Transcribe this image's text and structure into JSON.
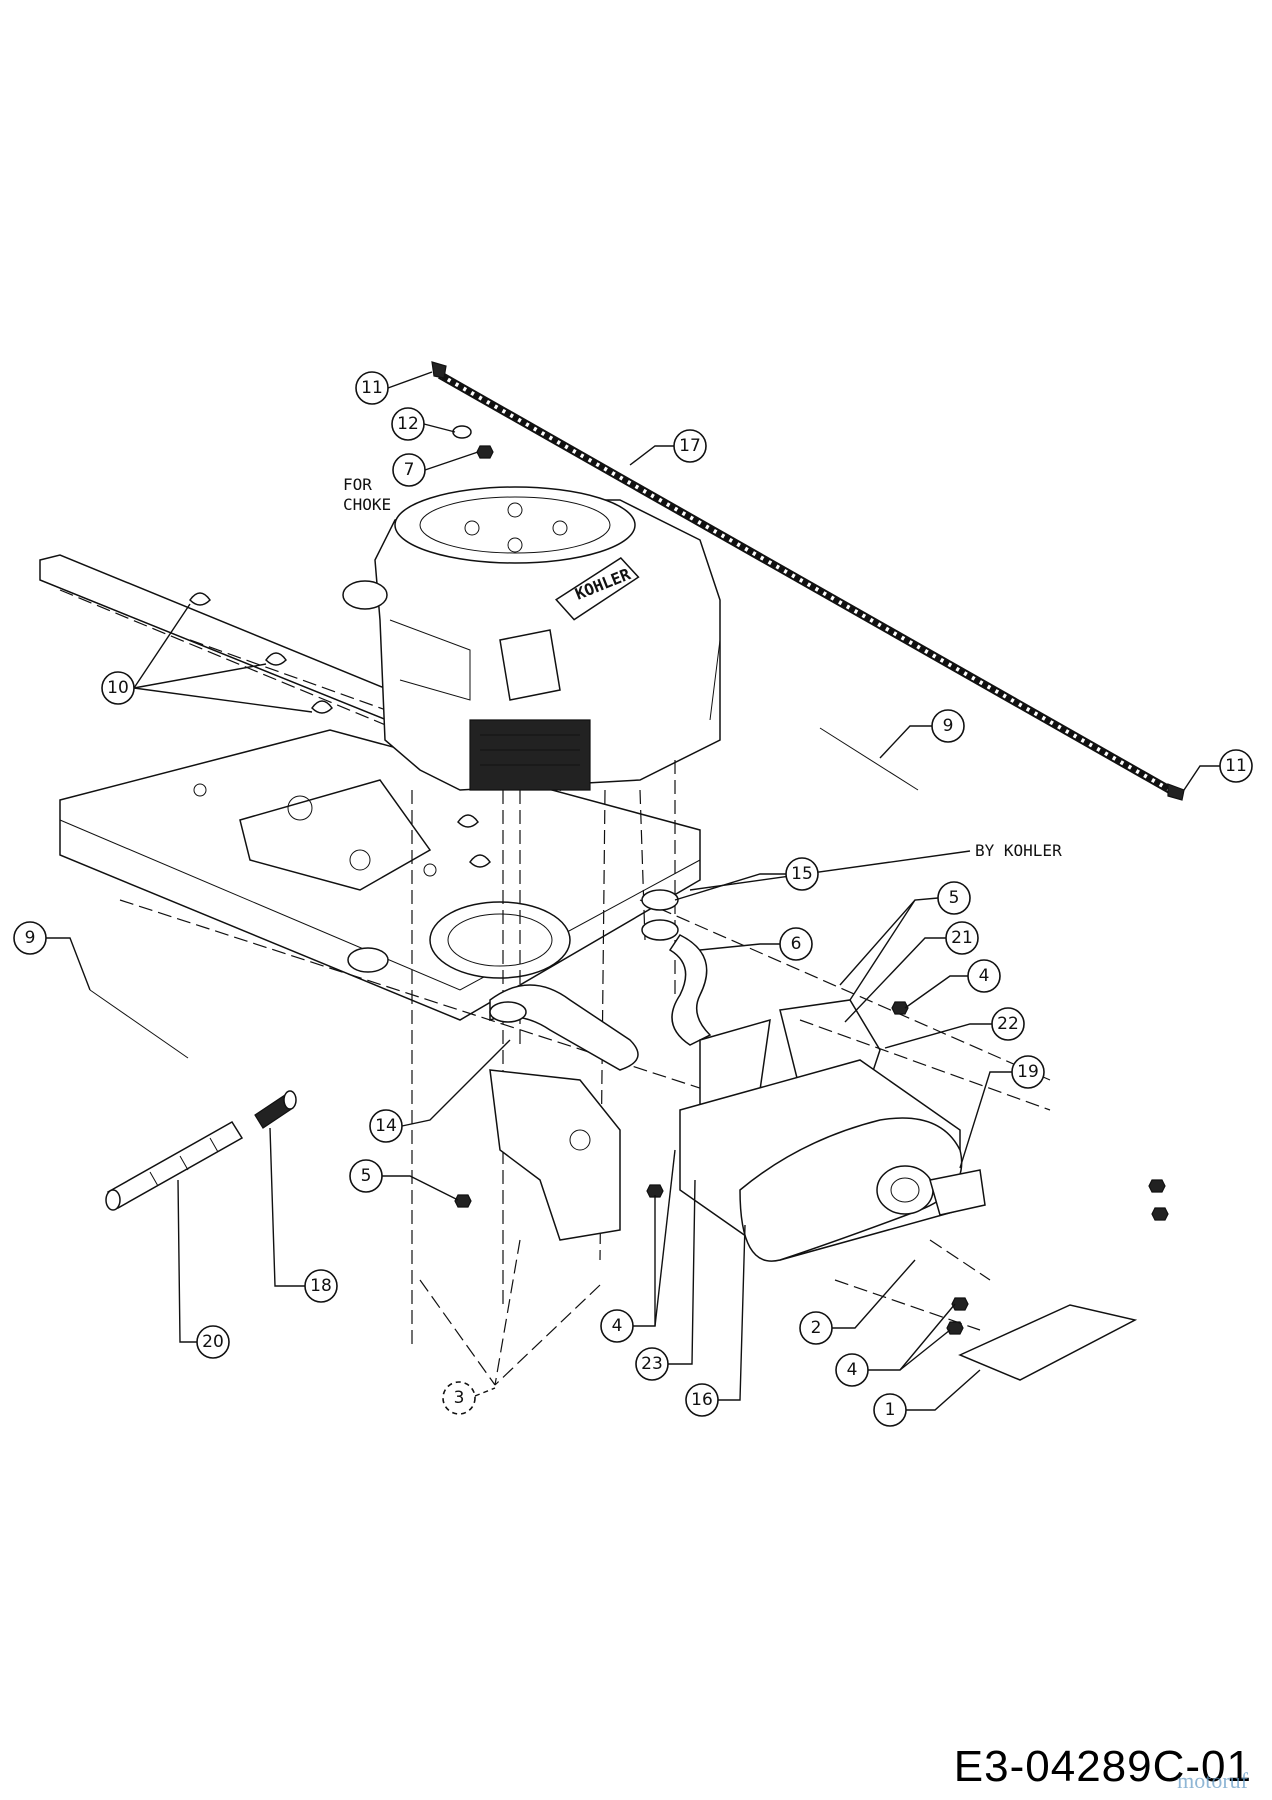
{
  "notes": {
    "for_choke_line1": "FOR",
    "for_choke_line2": "CHOKE",
    "by_kohler": "BY KOHLER",
    "engine_brand": "KOHLER"
  },
  "callouts": [
    "11",
    "12",
    "7",
    "17",
    "10",
    "9",
    "11",
    "9",
    "5",
    "15",
    "6",
    "21",
    "4",
    "22",
    "19",
    "14",
    "5",
    "18",
    "20",
    "4",
    "23",
    "16",
    "2",
    "4",
    "1",
    "3"
  ],
  "footer": {
    "document_code": "E3-04289C-01",
    "watermark": "motoruf"
  }
}
